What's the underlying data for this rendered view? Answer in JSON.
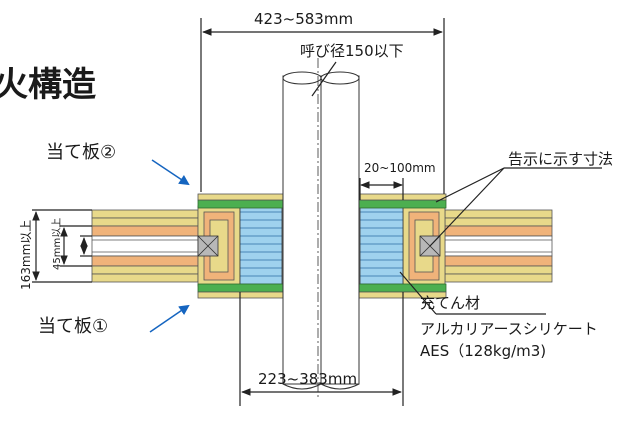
{
  "title": "火構造",
  "labels": {
    "plate2": "当て板②",
    "plate1": "当て板①",
    "notice_dim": "告示に示す寸法",
    "nominal": "呼び径150以下",
    "filler_name": "充てん材",
    "filler_material": "アルカリアースシリケート",
    "filler_spec": "AES（128kg/m3)"
  },
  "dimensions": {
    "top_span": "423~583mm",
    "bottom_span": "223~383mm",
    "gap": "20~100mm",
    "wall_thickness": "163mm以上",
    "stud_thickness": "45mm以上"
  },
  "colors": {
    "board": "#e8d98a",
    "stud": "#f0b37a",
    "plate": "#4caf50",
    "filler": "#9fd2ee",
    "pipe": "#ffffff",
    "arrow_blue": "#1565c0"
  }
}
